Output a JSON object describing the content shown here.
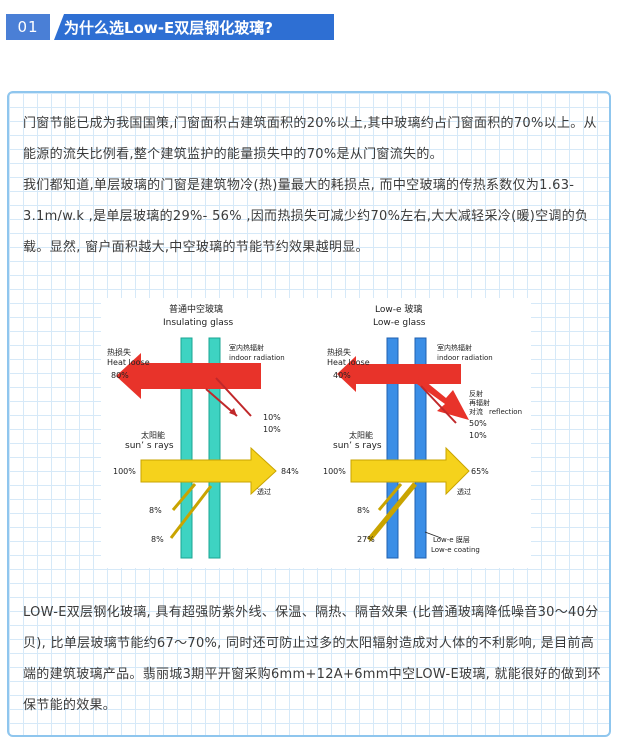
{
  "header": {
    "number": "01",
    "title": "为什么选Low-E双层钢化玻璃?"
  },
  "paragraphs": {
    "p1": "门窗节能已成为我国国策,门窗面积占建筑面积的20%以上,其中玻璃约占门窗面积的70%以上。从能源的流失比例看,整个建筑监护的能量损失中的70%是从门窗流失的。",
    "p2": "我们都知道,单层玻璃的门窗是建筑物冷(热)量最大的耗损点, 而中空玻璃的传热系数仅为1.63-3.1m/w.k ,是单层玻璃的29%- 56% ,因而热损失可减少约70%左右,大大减轻采冷(暖)空调的负载。显然, 窗户面积越大,中空玻璃的节能节约效果越明显。",
    "p3": "LOW-E双层钢化玻璃, 具有超强防紫外线、保温、隔热、隔音效果 (比普通玻璃降低噪音30～40分贝), 比单层玻璃节能约67～70%, 同时还可防止过多的太阳辐射造成对人体的不利影响, 是目前高端的建筑玻璃产品。翡丽城3期平开窗采购6mm+12A+6mm中空LOW-E玻璃, 就能很好的做到环保节能的效果。"
  },
  "figure": {
    "left": {
      "title_cn": "普通中空玻璃",
      "title_en": "Insulating glass",
      "heat_loose_cn": "热损失",
      "heat_loose_en": "Heat loose",
      "heat_loose_value": "80%",
      "indoor_cn": "室内热辐射",
      "indoor_en": "indoor radiation",
      "r1": "10%",
      "r2": "10%",
      "sun_cn": "太阳能",
      "sun_en": "sun’ s rays",
      "sun_value": "100%",
      "through_value": "84%",
      "through_cn": "透过",
      "reflect_a": "8%",
      "reflect_b": "8%"
    },
    "right": {
      "title_en1": "Low-e 玻璃",
      "title_en2": "Low-e glass",
      "heat_loose_cn": "热损失",
      "heat_loose_en": "Heat loose",
      "heat_loose_value": "40%",
      "indoor_cn": "室内热辐射",
      "indoor_en": "indoor radiation",
      "reflect_cn1": "反射",
      "reflect_cn2": "再辐射",
      "reflect_cn3": "对流",
      "reflect_en": "reflection",
      "r1": "50%",
      "r2": "10%",
      "sun_cn": "太阳能",
      "sun_en": "sun’ s rays",
      "sun_value": "100%",
      "through_value": "65%",
      "through_cn": "透过",
      "reflect_a": "8%",
      "reflect_b": "27%",
      "coating_cn": "Low-e 膜层",
      "coating_en": "Low-e coating"
    }
  },
  "colors": {
    "header_num": "#4a7fd6",
    "header_title": "#2e6fd3",
    "card_border": "#8fc6ee",
    "grid": "#d6e9f8",
    "glass_left": "#3ed3c2",
    "glass_right": "#3b8ee6",
    "heat_arrow": "#e8332a",
    "sun_arrow": "#f5d21c"
  }
}
